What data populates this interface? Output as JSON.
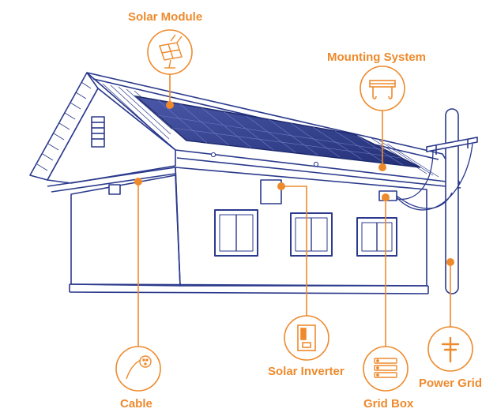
{
  "colors": {
    "accent": "#EE8A2C",
    "line": "#2B3A8C",
    "panel": "#2E3C8A",
    "background": "#FFFFFF"
  },
  "labels": {
    "solar_module": "Solar Module",
    "mounting_system": "Mounting System",
    "cable": "Cable",
    "solar_inverter": "Solar Inverter",
    "grid_box": "Grid Box",
    "power_grid": "Power Grid"
  },
  "icons": {
    "solar_module": "solar-panel-icon",
    "mounting_system": "mounting-rail-icon",
    "cable": "cable-plug-icon",
    "solar_inverter": "inverter-icon",
    "grid_box": "grid-box-icon",
    "power_grid": "power-pole-icon"
  }
}
